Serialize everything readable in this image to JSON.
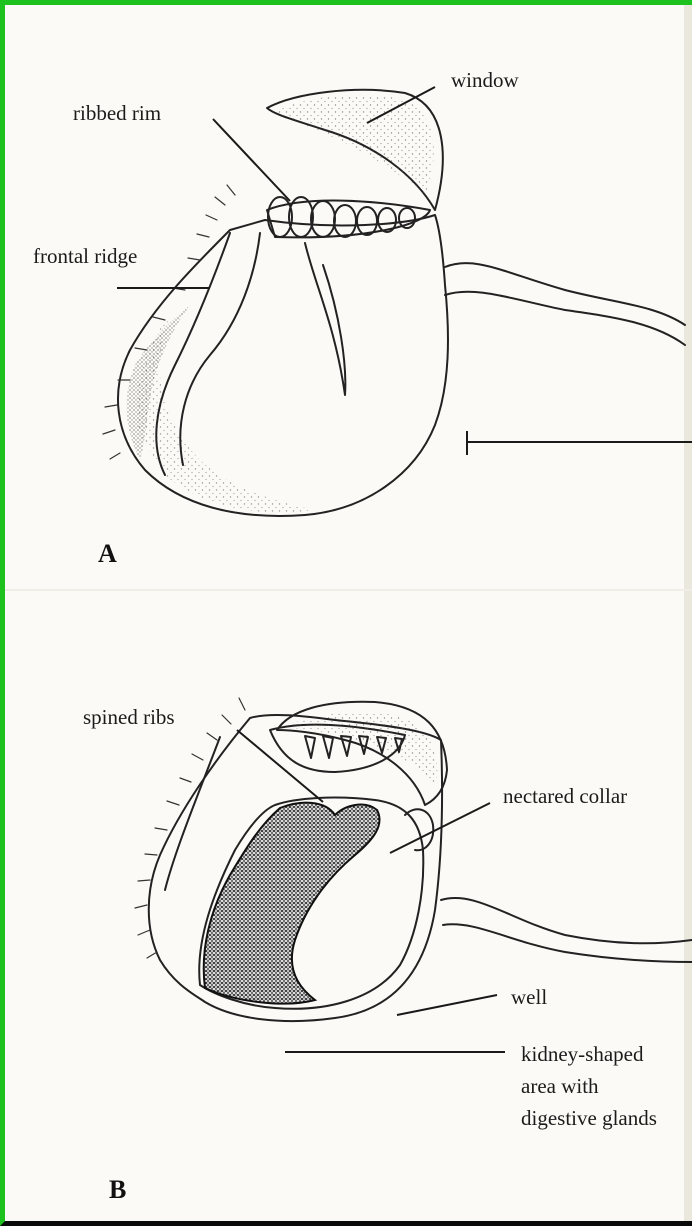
{
  "panel_a": {
    "panel_label": "A",
    "labels": {
      "window": "window",
      "ribbed_rim": "ribbed rim",
      "frontal_ridge": "frontal ridge"
    }
  },
  "panel_b": {
    "panel_label": "B",
    "labels": {
      "spined_ribs": "spined ribs",
      "nectared_collar": "nectared collar",
      "well": "well",
      "kidney_line1": "kidney-shaped",
      "kidney_line2": "area with",
      "kidney_line3": "digestive glands"
    }
  }
}
